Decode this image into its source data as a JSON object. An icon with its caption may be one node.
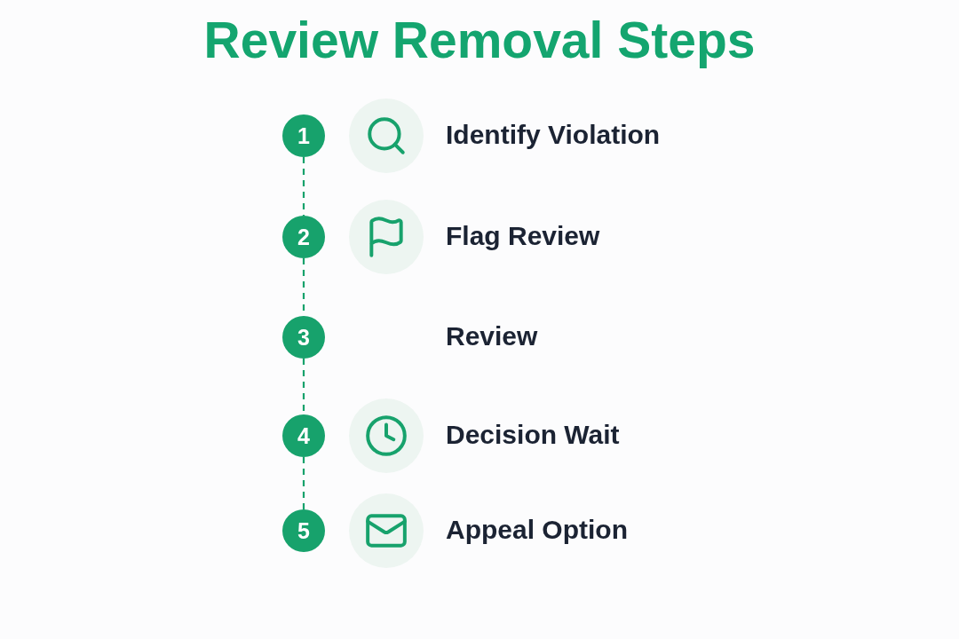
{
  "diagram": {
    "title": "Review Removal Steps",
    "nodes": [
      {
        "text": [
          "1"
        ]
      },
      {
        "text": [
          "2"
        ]
      },
      {
        "text": [
          "3"
        ]
      },
      {
        "text": [
          "4"
        ]
      },
      {
        "text": [
          "5"
        ]
      }
    ],
    "edges": [
      {
        "from": 0,
        "to": 1,
        "arrow": "none",
        "style": "dashed"
      },
      {
        "from": 1,
        "to": 2,
        "arrow": "none",
        "style": "dashed"
      },
      {
        "from": 2,
        "to": 3,
        "arrow": "none",
        "style": "dashed"
      },
      {
        "from": 3,
        "to": 4,
        "arrow": "none",
        "style": "dashed"
      }
    ],
    "labels": [
      "Identify Violation",
      "Flag Review",
      "Review",
      "Decision Wait",
      "Appeal Option"
    ]
  }
}
